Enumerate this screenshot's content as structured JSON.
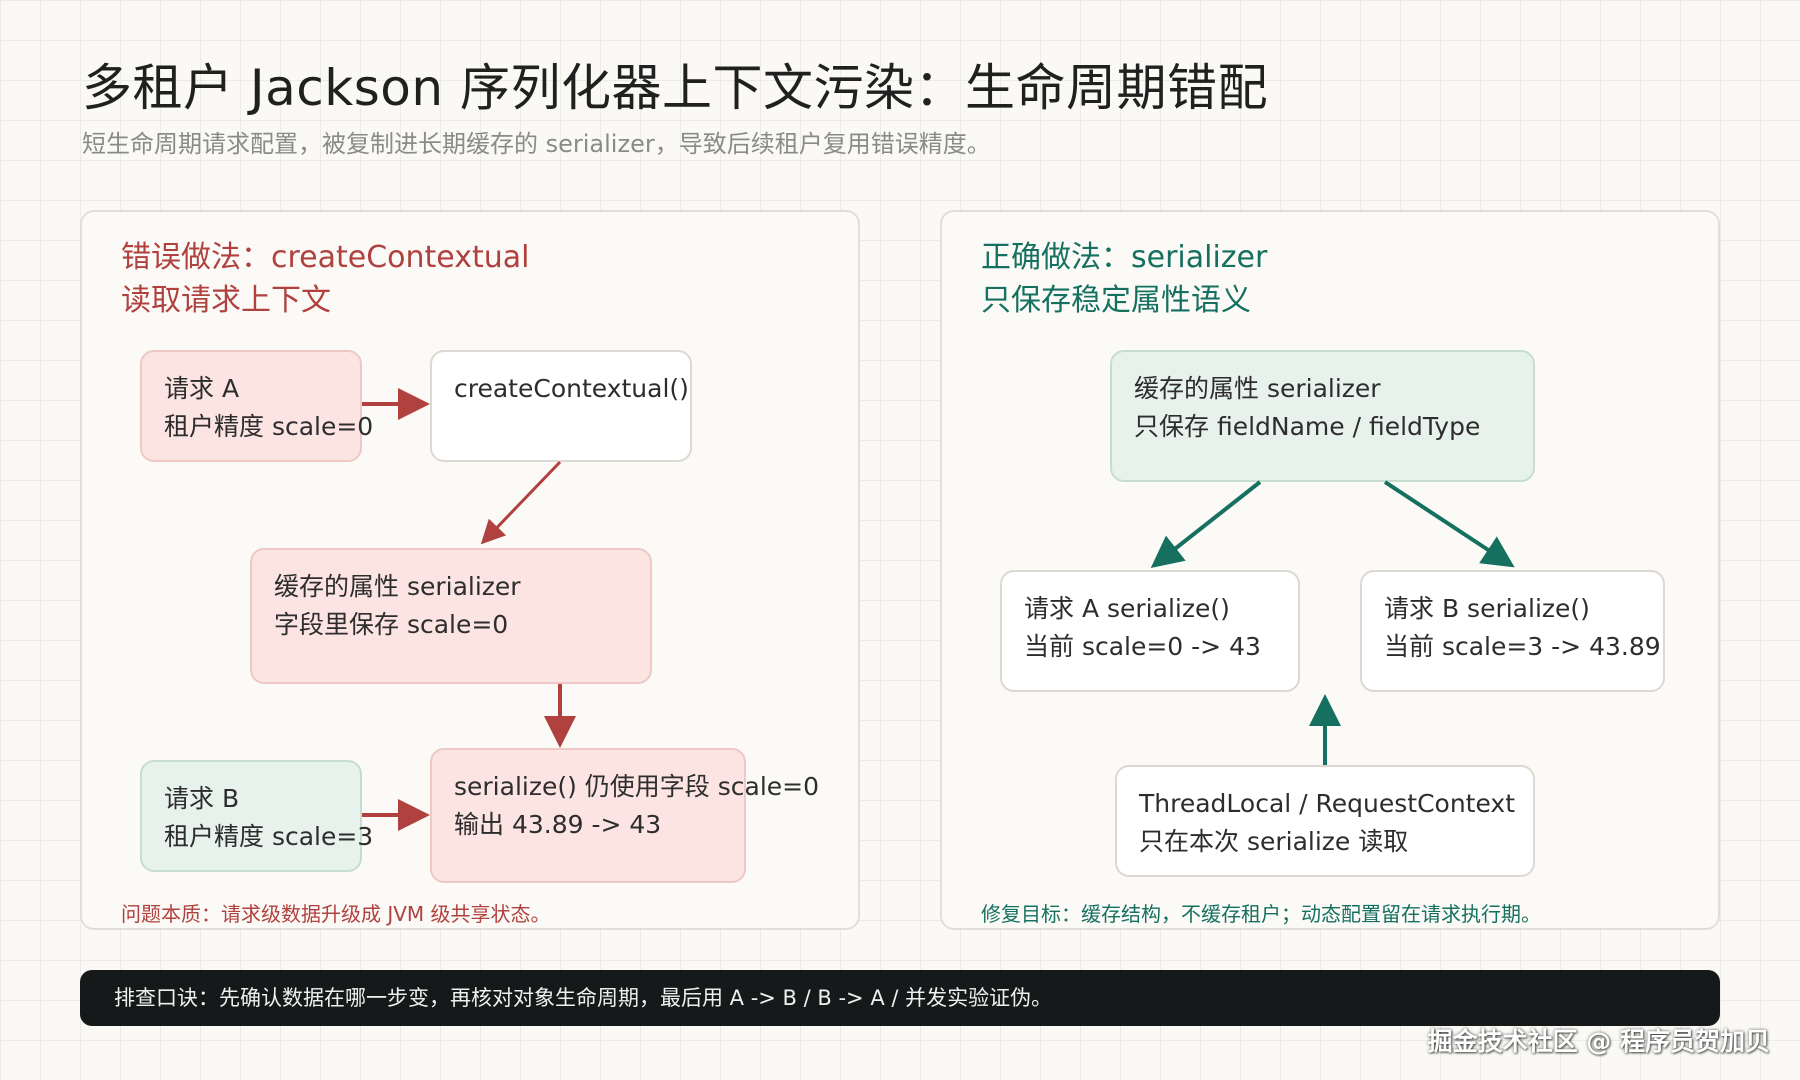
{
  "title": "多租户 Jackson 序列化器上下文污染：生命周期错配",
  "subtitle": "短生命周期请求配置，被复制进长期缓存的 serializer，导致后续租户复用错误精度。",
  "left_panel": {
    "heading_line1": "错误做法：createContextual",
    "heading_line2": "读取请求上下文",
    "request_a": {
      "line1": "请求 A",
      "line2": "租户精度 scale=0"
    },
    "create_contextual": {
      "line1": "createContextual()"
    },
    "cached_serializer": {
      "line1": "缓存的属性 serializer",
      "line2": "字段里保存 scale=0"
    },
    "request_b": {
      "line1": "请求 B",
      "line2": "租户精度 scale=3"
    },
    "serialize_output": {
      "line1": "serialize() 仍使用字段 scale=0",
      "line2": "输出 43.89 -> 43"
    },
    "footnote": "问题本质：请求级数据升级成 JVM 级共享状态。"
  },
  "right_panel": {
    "heading_line1": "正确做法：serializer",
    "heading_line2": "只保存稳定属性语义",
    "cached_serializer": {
      "line1": "缓存的属性 serializer",
      "line2": "只保存 fieldName / fieldType"
    },
    "request_a": {
      "line1": "请求 A serialize()",
      "line2": "当前 scale=0 -> 43"
    },
    "request_b": {
      "line1": "请求 B serialize()",
      "line2": "当前 scale=3 -> 43.89"
    },
    "thread_local": {
      "line1": "ThreadLocal / RequestContext",
      "line2": "只在本次 serialize 读取"
    },
    "footnote": "修复目标：缓存结构，不缓存租户；动态配置留在请求执行期。"
  },
  "banner": "排查口诀：先确认数据在哪一步变，再核对对象生命周期，最后用 A -> B / B -> A / 并发实验证伪。",
  "watermark": "掘金技术社区 @ 程序员贺加贝",
  "colors": {
    "wrong_accent": "#b0413e",
    "right_accent": "#16705f",
    "wrong_fill": "#fbe4e2",
    "right_fill": "#e7f2ec",
    "banner_bg": "#16191a"
  }
}
